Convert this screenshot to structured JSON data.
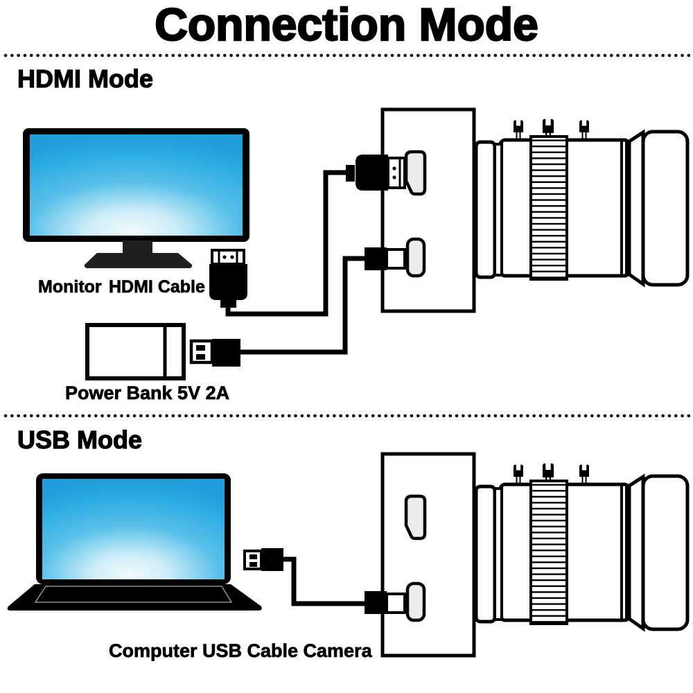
{
  "title": "Connection Mode",
  "hdmi_section": {
    "heading": "HDMI Mode",
    "monitor_label": "Monitor",
    "cable_label": "HDMI Cable",
    "power_bank_label": "Power Bank 5V 2A"
  },
  "usb_section": {
    "heading": "USB Mode",
    "caption": "Computer USB Cable Camera"
  },
  "colors": {
    "ink": "#000000",
    "background": "#ffffff",
    "screen_blue": "#29abe2",
    "screen_deep_blue": "#1f9ed9",
    "screen_glow": "#f2fafd",
    "port_fill": "#ececec",
    "stand_gray": "#1f1f1f"
  }
}
